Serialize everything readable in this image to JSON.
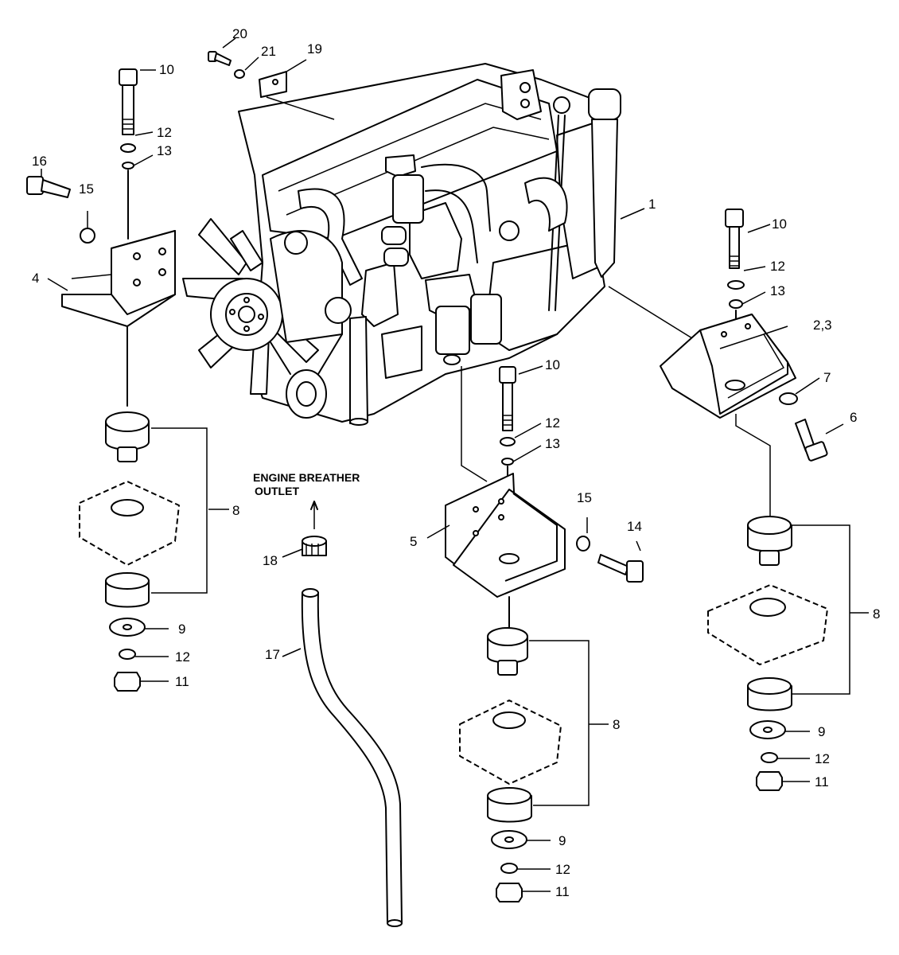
{
  "diagram": {
    "note": {
      "line1": "ENGINE BREATHER",
      "line2": "OUTLET"
    },
    "callouts": [
      {
        "id": "c1",
        "text": "1"
      },
      {
        "id": "c2",
        "text": "2,3"
      },
      {
        "id": "c4",
        "text": "4"
      },
      {
        "id": "c5",
        "text": "5"
      },
      {
        "id": "c6",
        "text": "6"
      },
      {
        "id": "c7",
        "text": "7"
      },
      {
        "id": "c8a",
        "text": "8"
      },
      {
        "id": "c8b",
        "text": "8"
      },
      {
        "id": "c8c",
        "text": "8"
      },
      {
        "id": "c9a",
        "text": "9"
      },
      {
        "id": "c9b",
        "text": "9"
      },
      {
        "id": "c9c",
        "text": "9"
      },
      {
        "id": "c10a",
        "text": "10"
      },
      {
        "id": "c10b",
        "text": "10"
      },
      {
        "id": "c10c",
        "text": "10"
      },
      {
        "id": "c11a",
        "text": "11"
      },
      {
        "id": "c11b",
        "text": "11"
      },
      {
        "id": "c11c",
        "text": "11"
      },
      {
        "id": "c12a",
        "text": "12"
      },
      {
        "id": "c12b",
        "text": "12"
      },
      {
        "id": "c12c",
        "text": "12"
      },
      {
        "id": "c12d",
        "text": "12"
      },
      {
        "id": "c12e",
        "text": "12"
      },
      {
        "id": "c12f",
        "text": "12"
      },
      {
        "id": "c13a",
        "text": "13"
      },
      {
        "id": "c13b",
        "text": "13"
      },
      {
        "id": "c13c",
        "text": "13"
      },
      {
        "id": "c14",
        "text": "14"
      },
      {
        "id": "c15a",
        "text": "15"
      },
      {
        "id": "c15b",
        "text": "15"
      },
      {
        "id": "c16",
        "text": "16"
      },
      {
        "id": "c17",
        "text": "17"
      },
      {
        "id": "c18",
        "text": "18"
      },
      {
        "id": "c19",
        "text": "19"
      },
      {
        "id": "c20",
        "text": "20"
      },
      {
        "id": "c21",
        "text": "21"
      }
    ]
  }
}
